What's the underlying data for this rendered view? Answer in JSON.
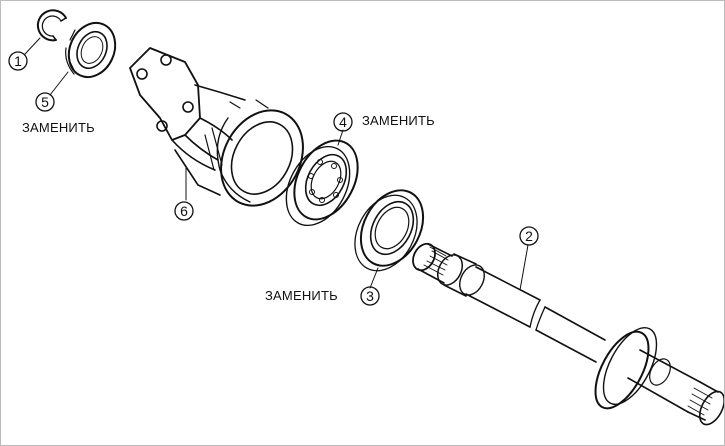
{
  "callouts": {
    "c1": {
      "number": "1"
    },
    "c2": {
      "number": "2"
    },
    "c3": {
      "number": "3",
      "label": "ЗАМЕНИТЬ"
    },
    "c4": {
      "number": "4",
      "label": "ЗАМЕНИТЬ"
    },
    "c5": {
      "number": "5",
      "label": "ЗАМЕНИТЬ"
    },
    "c6": {
      "number": "6"
    }
  },
  "colors": {
    "ink": "#111111",
    "paper": "#ffffff"
  }
}
